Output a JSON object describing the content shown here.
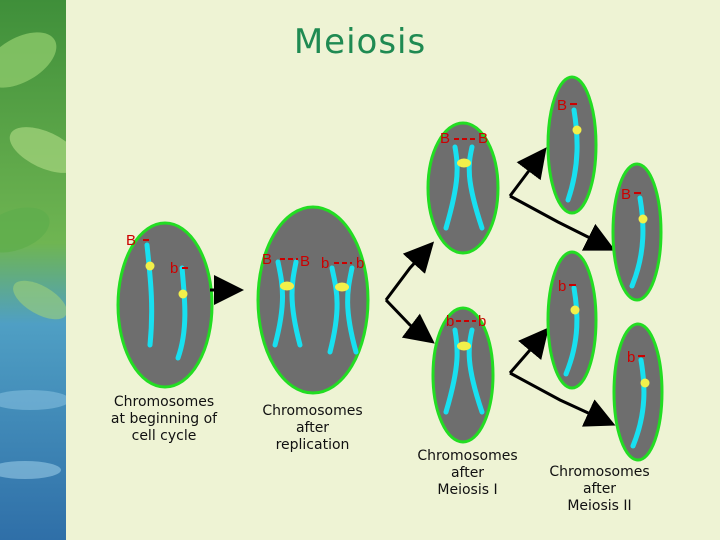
{
  "title": "Meiosis",
  "alleles": {
    "dominant": "B",
    "recessive": "b"
  },
  "captions": {
    "beginning": [
      "Chromosomes",
      "at beginning of",
      "cell cycle"
    ],
    "replication": [
      "Chromosomes",
      "after",
      "replication"
    ],
    "meiosis1": [
      "Chromosomes",
      "after",
      "Meiosis I"
    ],
    "meiosis2": [
      "Chromosomes",
      "after",
      "Meiosis II"
    ]
  },
  "colors": {
    "cell_fill": "#6e6e6e",
    "cell_border": "#22dd22",
    "chromosome": "#18e0f0",
    "centromere": "#f2f04a",
    "allele_label": "#cc0000",
    "arrow": "#000000",
    "title": "#1f8a52"
  }
}
